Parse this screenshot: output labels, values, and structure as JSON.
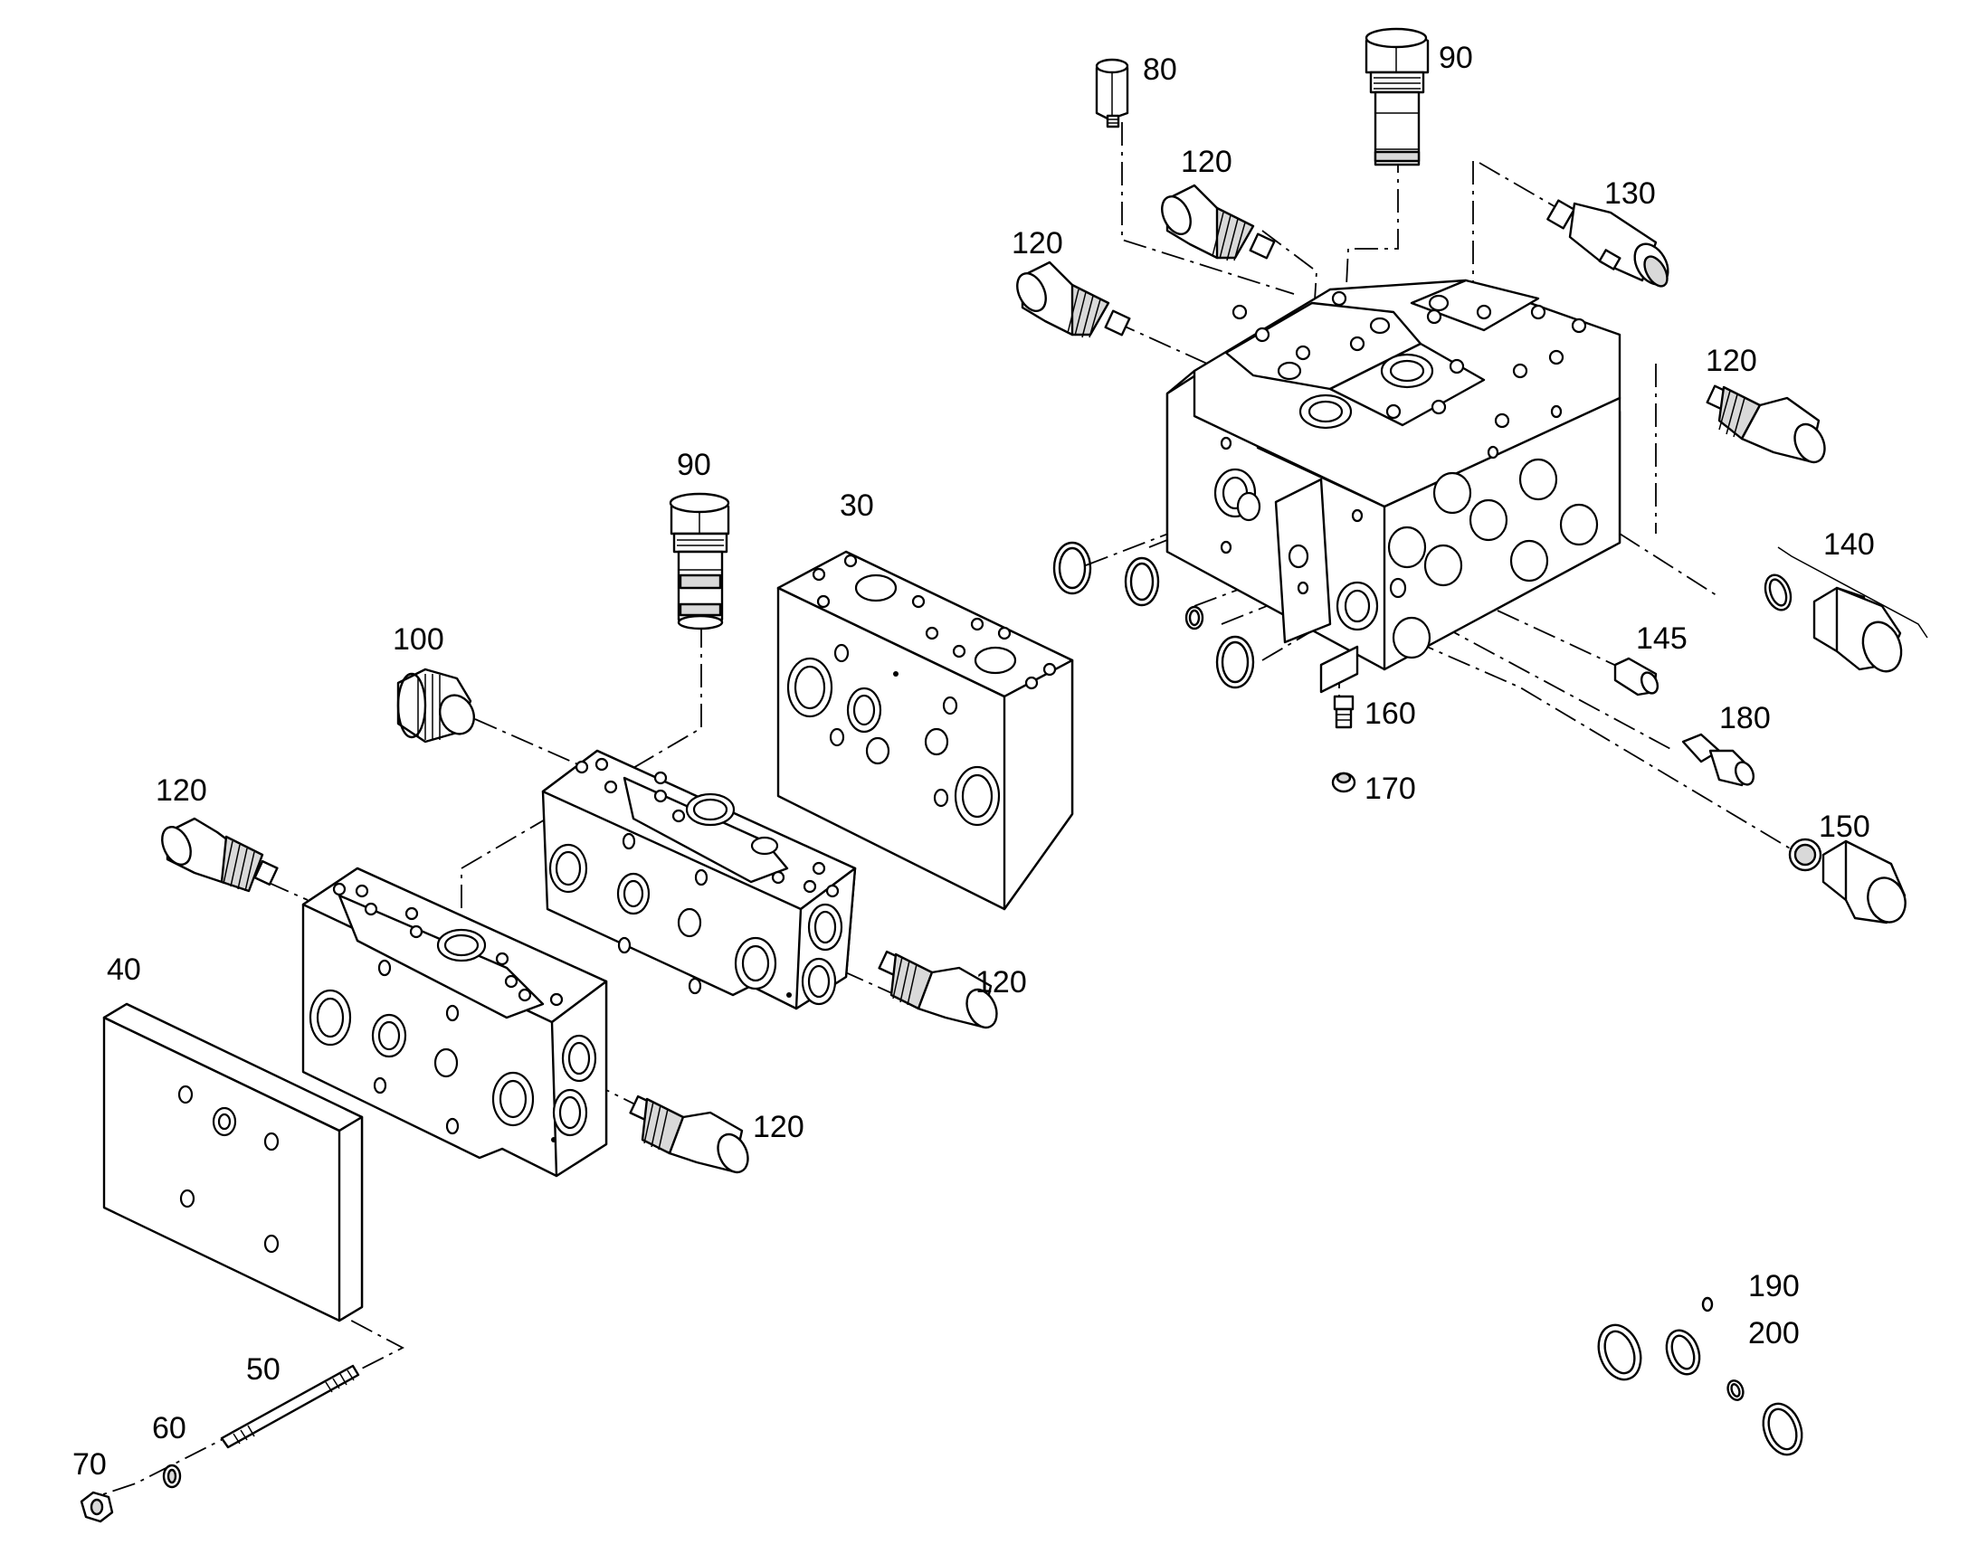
{
  "labels": {
    "l80": "80",
    "l90a": "90",
    "l90b": "90",
    "l120a": "120",
    "l120b": "120",
    "l120c": "120",
    "l120d": "120",
    "l120e": "120",
    "l120f": "120",
    "l130": "130",
    "l140": "140",
    "l145": "145",
    "l150": "150",
    "l160": "160",
    "l170": "170",
    "l180": "180",
    "l190": "190",
    "l200": "200",
    "l100": "100",
    "l30": "30",
    "l40": "40",
    "l50": "50",
    "l60": "60",
    "l70": "70"
  }
}
